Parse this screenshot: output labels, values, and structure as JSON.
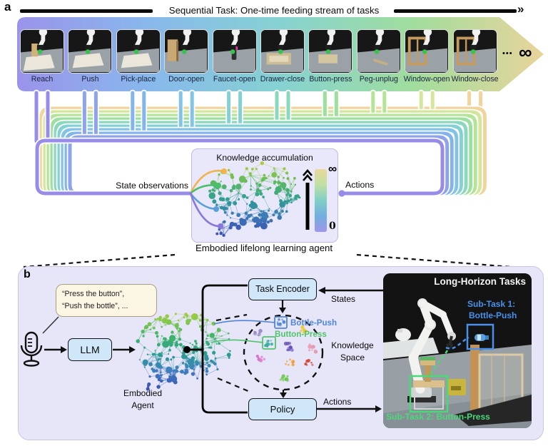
{
  "figure": {
    "panel_a_label": "a",
    "panel_b_label": "b"
  },
  "panel_a": {
    "title": "Sequential Task: One-time feeding stream of tasks",
    "arrow_end": "»",
    "ellipsis": "•••",
    "infinity": "∞",
    "banner_gradient": [
      "#9a93ea",
      "#88b8ec",
      "#86d2d2",
      "#a0dd9d",
      "#e9d49b"
    ],
    "tasks": [
      {
        "label": "Reach",
        "color": "#978ce8",
        "scene_icon": "block"
      },
      {
        "label": "Push",
        "color": "#8fa2ec",
        "scene_icon": "pad"
      },
      {
        "label": "Pick-place",
        "color": "#84b4ec",
        "scene_icon": "pad"
      },
      {
        "label": "Door-open",
        "color": "#82c4e6",
        "scene_icon": "door"
      },
      {
        "label": "Faucet-open",
        "color": "#84d0d4",
        "scene_icon": "faucet"
      },
      {
        "label": "Drawer-close",
        "color": "#8cd8bc",
        "scene_icon": "drawer"
      },
      {
        "label": "Button-press",
        "color": "#9ddf9f",
        "scene_icon": "button"
      },
      {
        "label": "Peg-unplug",
        "color": "#b4e596",
        "scene_icon": "peg"
      },
      {
        "label": "Window-open",
        "color": "#d3e69b",
        "scene_icon": "window"
      },
      {
        "label": "Window-close",
        "color": "#f0d49c",
        "scene_icon": "window"
      }
    ],
    "knowledge_box": {
      "title": "Knowledge accumulation",
      "left_label": "State observations",
      "right_label": "Actions",
      "colorbar_top_label": "∞",
      "colorbar_bottom_label": "0",
      "colorbar_colors": [
        "#ecd79b",
        "#bfe0a4",
        "#7fcfc6",
        "#74aede",
        "#9d97ea"
      ],
      "input_curve_colors": [
        "#f0b44e",
        "#4bbf6b",
        "#5b9fd8",
        "#8a79dd"
      ]
    },
    "caption": "Embodied lifelong learning agent"
  },
  "panel_b": {
    "speech_bubble": {
      "line1": "“Press the button”,",
      "line2": "“Push the bottle”, ..."
    },
    "llm_box": "LLM",
    "agent_caption": {
      "line1": "Embodied",
      "line2": "Agent"
    },
    "task_encoder_box": "Task Encoder",
    "states_label": "States",
    "policy_box": "Policy",
    "actions_label": "Actions",
    "knowledge_space_label": {
      "line1": "Knowledge",
      "line2": "Space"
    },
    "clusters": {
      "bottle_push": {
        "label": "Bottle-Push",
        "color": "#4f86d8"
      },
      "button_press": {
        "label": "Button-Press",
        "color": "#4fc46a"
      }
    },
    "knowledge_space_blobs": [
      "#9b8fc8",
      "#4f86d8",
      "#e8c93e",
      "#2aa79b",
      "#6a51b8",
      "#e89ab4",
      "#d878c8",
      "#f0a038",
      "#d84838",
      "#6cc84c"
    ],
    "photo": {
      "title": "Long-Horizon Tasks",
      "subtask1": {
        "line1": "Sub-Task 1:",
        "line2": "Bottle-Push",
        "color": "#4a90e8"
      },
      "subtask2": {
        "label": "Sub-Task 2:  Button-Press",
        "color": "#4ad878"
      }
    }
  }
}
